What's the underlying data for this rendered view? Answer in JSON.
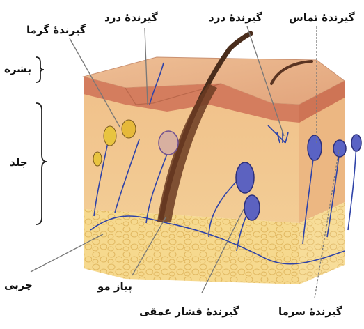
{
  "labels": {
    "touch_receptor": "گیرندهٔ تماس",
    "pain_receptor_right": "گیرندهٔ درد",
    "pain_receptor_left": "گیرندهٔ درد",
    "heat_receptor": "گیرندهٔ گرما",
    "epidermis": "بشره",
    "dermis": "جلد",
    "fat": "چربی",
    "hair_root": "پیاز مو",
    "deep_pressure_receptor": "گیرندهٔ فشار عمقی",
    "cold_receptor": "گیرندهٔ سرما"
  },
  "colors": {
    "epidermis_surface": "#e9b48a",
    "epidermis_layer": "#c9654e",
    "dermis": "#f2c88e",
    "fat": "#f6d98e",
    "nerve": "#2f43a8",
    "hair": "#4a2d1c",
    "receptor": "#4f58b8",
    "leader": "#777777"
  }
}
